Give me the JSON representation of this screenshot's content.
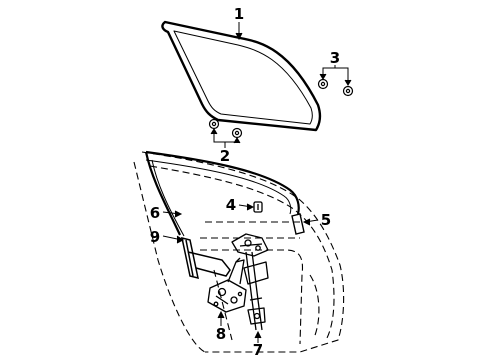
{
  "colors": {
    "line": "#000000",
    "background": "#ffffff"
  },
  "callouts": [
    {
      "id": "glass",
      "number": "1"
    },
    {
      "id": "glass-spacer-lower",
      "number": "2"
    },
    {
      "id": "glass-spacer-upper",
      "number": "3"
    },
    {
      "id": "clip",
      "number": "4"
    },
    {
      "id": "run-channel",
      "number": "5"
    },
    {
      "id": "weatherstrip",
      "number": "6"
    },
    {
      "id": "regulator",
      "number": "7"
    },
    {
      "id": "motor",
      "number": "8"
    },
    {
      "id": "guide",
      "number": "9"
    }
  ]
}
